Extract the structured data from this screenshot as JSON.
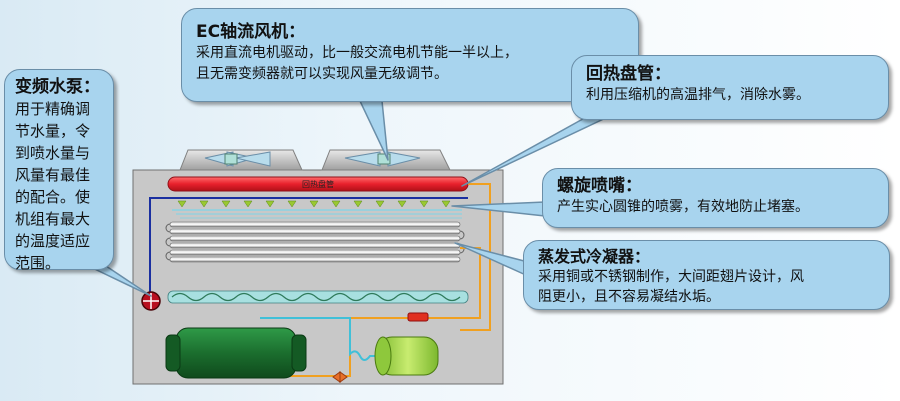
{
  "callouts": {
    "pump": {
      "title": "变频水泵：",
      "lines": [
        "用于精确调",
        "节水量，令",
        "到喷水量与",
        "风量有最佳",
        "的配合。使",
        "机组有最大",
        "的温度适应",
        "范围。"
      ]
    },
    "fan": {
      "title": "EC轴流风机：",
      "lines": [
        "采用直流电机驱动，比一般交流电机节能一半以上，",
        "且无需变频器就可以实现风量无级调节。"
      ]
    },
    "coil": {
      "title": "回热盘管：",
      "lines": [
        "利用压缩机的高温排气，消除水雾。"
      ]
    },
    "nozzle": {
      "title": "螺旋喷嘴：",
      "lines": [
        "产生实心圆锥的喷雾，有效地防止堵塞。"
      ]
    },
    "condenser": {
      "title": "蒸发式冷凝器：",
      "lines": [
        "采用铜或不锈钢制作，大间距翅片设计，风",
        "阻更小，且不容易凝结水垢。"
      ]
    },
    "header_label": "回热盘管"
  },
  "colors": {
    "callout_fill": "#a8d4ee",
    "unit_body": "#c8c8c8",
    "reheat_coil": "#e8202c",
    "refrigerant_line": "#f0a020",
    "water_line": "#1a2fa0",
    "nozzle": "#9ac832",
    "compressor": "#1b6e2e",
    "receiver": "#a8d64a",
    "pipe_hotgas": "#e03020",
    "pipe_liquid": "#40c0d8"
  },
  "icons": {
    "pump": "pump-icon",
    "fan": "fan-icon",
    "valve": "valve-icon"
  }
}
